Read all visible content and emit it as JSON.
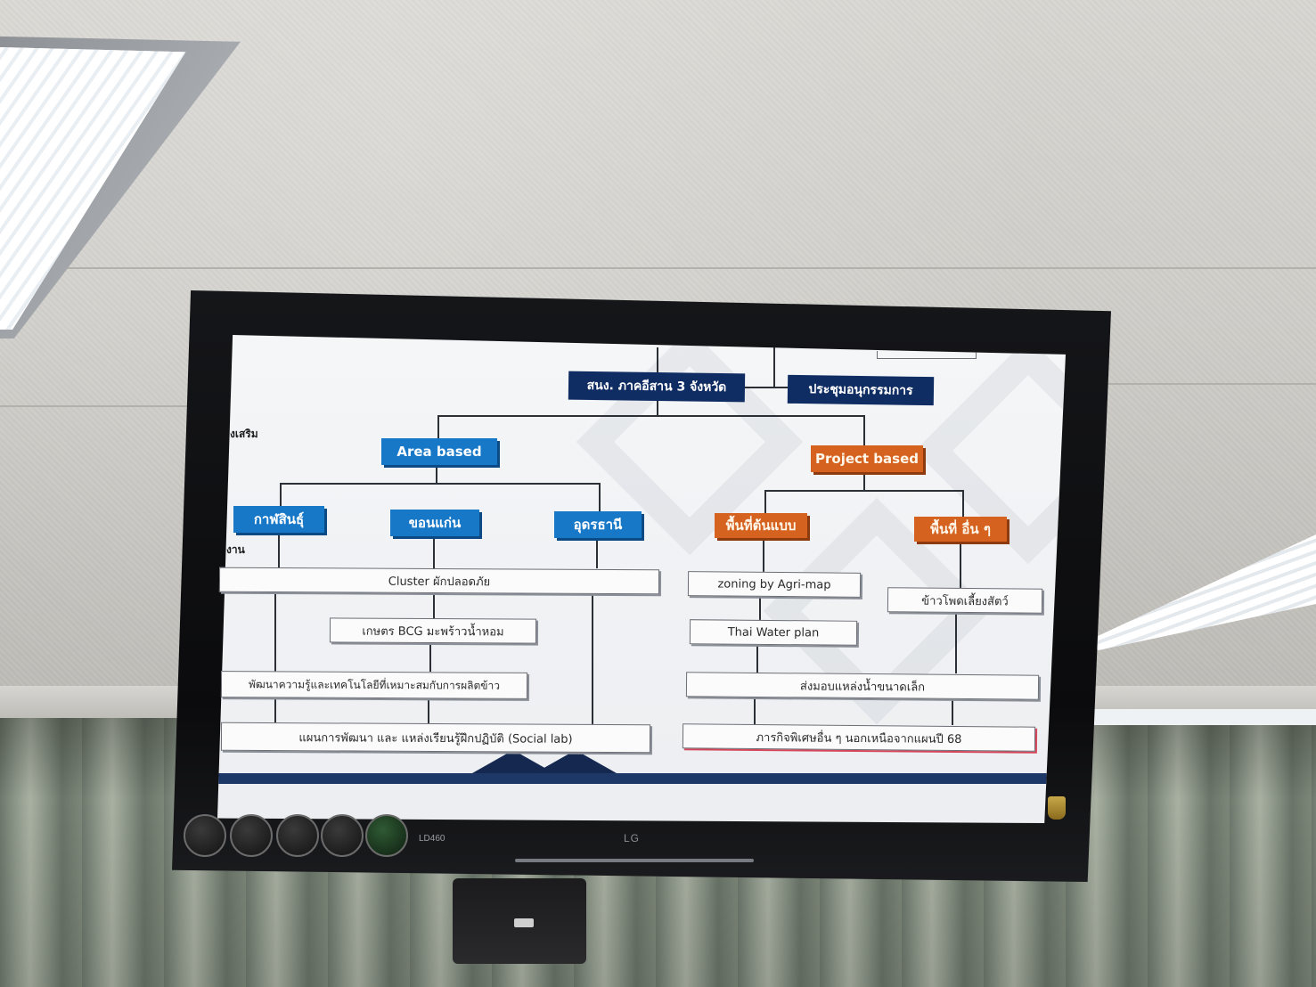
{
  "slide": {
    "top_left_box": "สนง. ภาคอีสาน 3 จังหวัด",
    "top_right_box": "ประชุมอนุกรรมการ",
    "area_based": "Area based",
    "project_based": "Project based",
    "provinces": [
      "กาฬสินธุ์",
      "ขอนแก่น",
      "อุดรธานี"
    ],
    "project_groups": [
      "พื้นที่ต้นแบบ",
      "พื้นที่ อื่น ๆ"
    ],
    "left_items": [
      "Cluster ผักปลอดภัย",
      "เกษตร BCG มะพร้าวน้ำหอม",
      "พัฒนาความรู้และเทคโนโลยีที่เหมาะสมกับการผลิตข้าว",
      "แผนการพัฒนา  และ แหล่งเรียนรู้ฝึกปฏิบัติ (Social lab)"
    ],
    "right_items": [
      "zoning by Agri-map",
      "Thai Water plan",
      "ส่งมอบแหล่งน้ำขนาดเล็ก",
      "ภารกิจพิเศษอื่น ๆ นอกเหนือจากแผนปี 68"
    ],
    "other_item": "ข้าวโพดเลี้ยงสัตว์",
    "edge_label_1": "งเสริม",
    "edge_label_2": "งาน"
  },
  "tv": {
    "brand": "LG",
    "model": "LD460"
  },
  "colors": {
    "navy": "#0f2c63",
    "blue": "#1878c8",
    "orange": "#d5621f",
    "footer": "#1d3766"
  }
}
